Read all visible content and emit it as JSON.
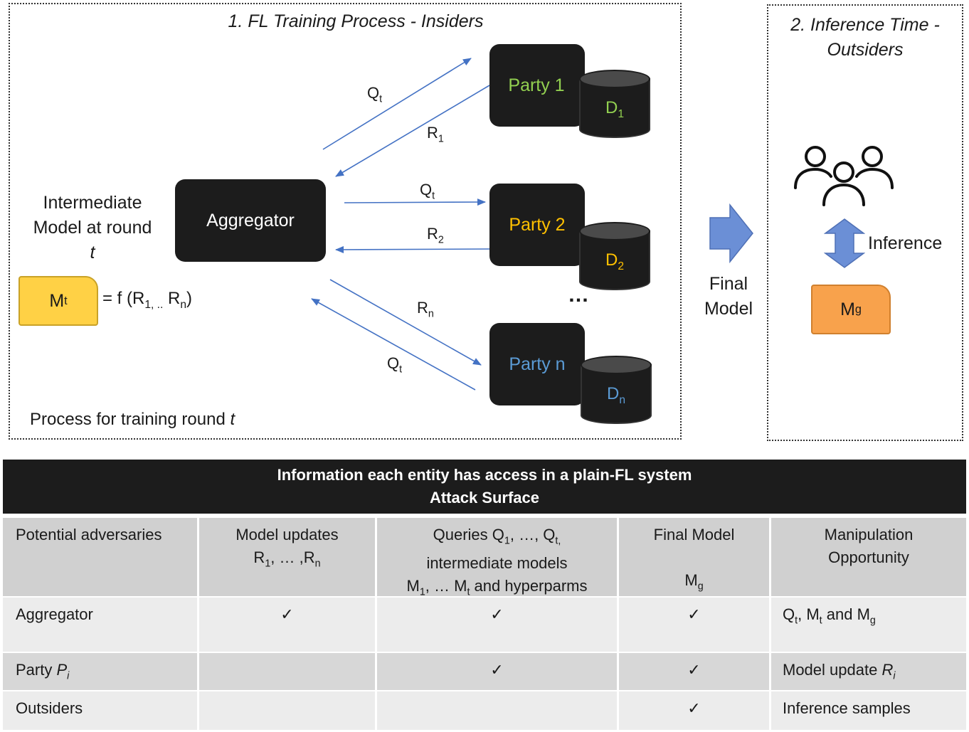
{
  "left_panel": {
    "title": "1. FL Training Process - Insiders",
    "footer_text": "Process for training round ",
    "footer_var": "t"
  },
  "right_panel": {
    "title_line1": "2. Inference Time -",
    "title_line2": "Outsiders",
    "inference_label": "Inference",
    "model_label": "M",
    "model_sub": "g"
  },
  "aggregator": {
    "label": "Aggregator"
  },
  "intermediate": {
    "line1": "Intermediate",
    "line2": "Model at round",
    "line3": "t",
    "model_label": "M",
    "model_sub": "t",
    "formula_pre": "= f (R",
    "formula_sub1": "1, ..",
    "formula_mid": " R",
    "formula_sub2": "n",
    "formula_post": ")"
  },
  "parties": [
    {
      "label": "Party 1",
      "color": "#92d050",
      "data": "D",
      "data_sub": "1"
    },
    {
      "label": "Party 2",
      "color": "#ffc000",
      "data": "D",
      "data_sub": "2"
    },
    {
      "label": "Party n",
      "color": "#5b9bd5",
      "data": "D",
      "data_sub": "n"
    }
  ],
  "ellipsis": "…",
  "arrows": {
    "q": "Q",
    "q_sub": "t",
    "r1": "R",
    "r1_sub": "1",
    "r2": "R",
    "r2_sub": "2",
    "rn": "R",
    "rn_sub": "n"
  },
  "final_model": {
    "line1": "Final",
    "line2": "Model"
  },
  "colors": {
    "arrow": "#4472c4",
    "block_arrow": "#6b8fd6",
    "model_yellow": "#ffd145",
    "model_orange": "#f8a24c"
  },
  "table": {
    "title_line1": "Information each entity has access in a plain-FL system",
    "title_line2": "Attack Surface",
    "check": "✓",
    "header": {
      "c1": "Potential adversaries",
      "c2_line1": "Model updates",
      "c2_line2_a": "R",
      "c2_line2_s1": "1",
      "c2_line2_b": ", … ,R",
      "c2_line2_s2": "n",
      "c3_line1_a": "Queries Q",
      "c3_line1_s1": "1",
      "c3_line1_b": ", …, Q",
      "c3_line1_s2": "t,",
      "c3_line2": "intermediate models",
      "c3_line3_a": "M",
      "c3_line3_s1": "1",
      "c3_line3_b": ", … M",
      "c3_line3_s2": "t",
      "c3_line3_c": " and hyperparms",
      "c4_line1": "Final Model",
      "c4_line2_a": "M",
      "c4_line2_s": "g",
      "c5_line1": "Manipulation",
      "c5_line2": "Opportunity"
    },
    "rows": [
      {
        "name": "Aggregator",
        "m_a": "Q",
        "m_s1": "t",
        "m_b": ", M",
        "m_s2": "t",
        "m_c": " and M",
        "m_s3": "g"
      },
      {
        "name_a": "Party ",
        "name_i": "P",
        "name_s": "i",
        "m_a": "Model update ",
        "m_i": "R",
        "m_s": "i"
      },
      {
        "name": "Outsiders",
        "m": "Inference samples"
      }
    ]
  }
}
